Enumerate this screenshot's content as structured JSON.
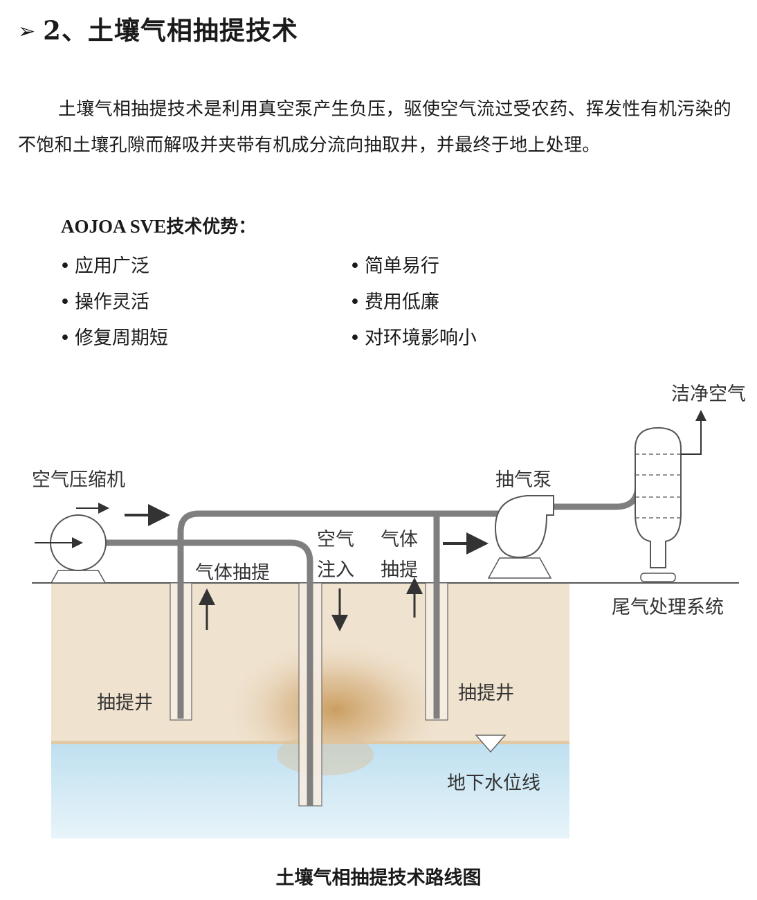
{
  "section": {
    "number": "2、",
    "title": "土壤气相抽提技术"
  },
  "intro": "土壤气相抽提技术是利用真空泵产生负压，驱使空气流过受农药、挥发性有机污染的不饱和土壤孔隙而解吸并夹带有机成分流向抽取井，并最终于地上处理。",
  "advantages": {
    "heading_latin": "AOJOA SVE",
    "heading_cn": "技术优势：",
    "bullet": "•",
    "items": [
      "应用广泛",
      "简单易行",
      "操作灵活",
      "费用低廉",
      "修复周期短",
      "对环境影响小"
    ]
  },
  "diagram": {
    "labels": {
      "clean_air": "洁净空气",
      "compressor": "空气压缩机",
      "pump": "抽气泵",
      "gas_extract_left": "气体抽提",
      "air_line1": "空气",
      "air_line2": "注入",
      "gas_line1": "气体",
      "gas_line2": "抽提",
      "exhaust_system": "尾气处理系统",
      "well_left": "抽提井",
      "well_right": "抽提井",
      "water_table": "地下水位线"
    },
    "colors": {
      "soil": "#efe2cf",
      "water": "#cfe8f4",
      "contaminant": "#c89a5a",
      "pipe": "#7f7f7f"
    }
  },
  "caption": "土壤气相抽提技术路线图"
}
